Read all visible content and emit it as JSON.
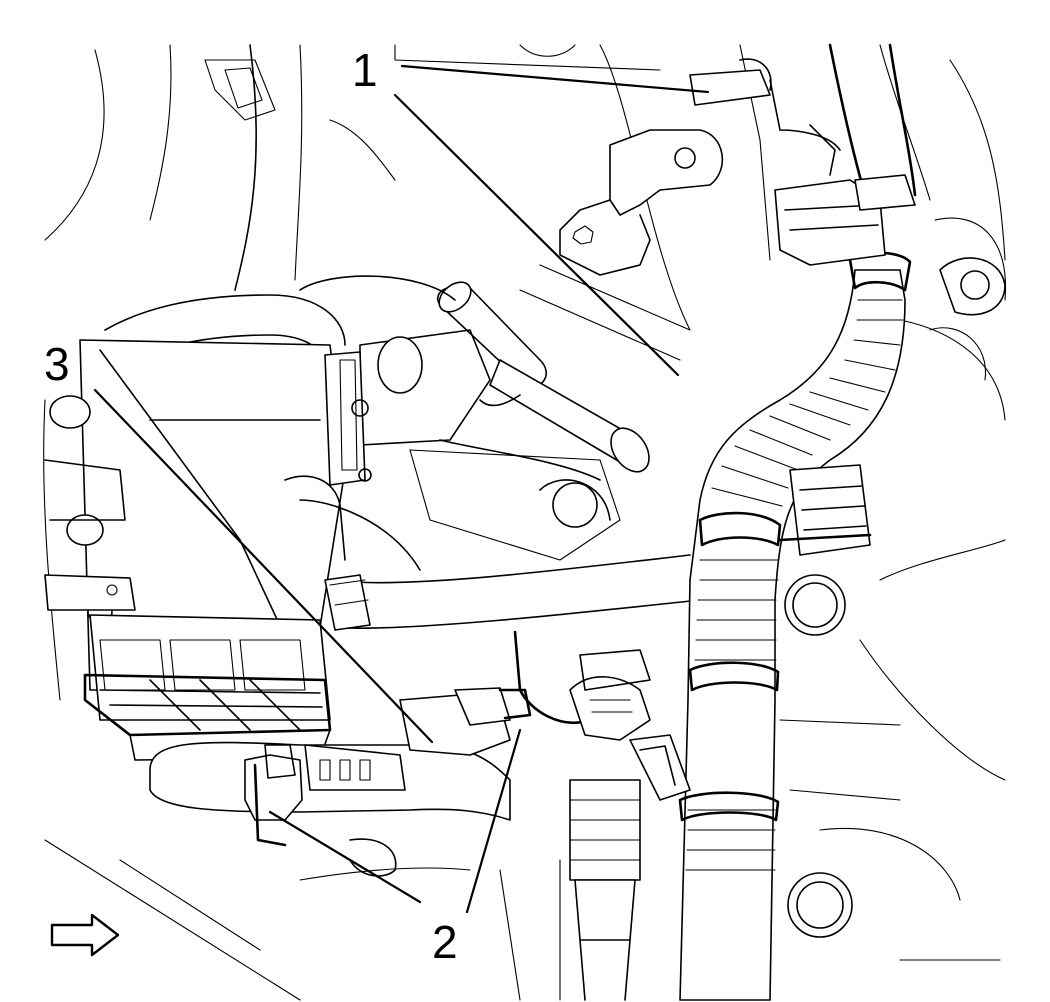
{
  "callouts": {
    "c1": "1",
    "c2a": "2",
    "c3": "3"
  },
  "icons": {
    "direction": "arrow-right-icon"
  },
  "colors": {
    "ink": "#000000",
    "paper": "#ffffff"
  }
}
